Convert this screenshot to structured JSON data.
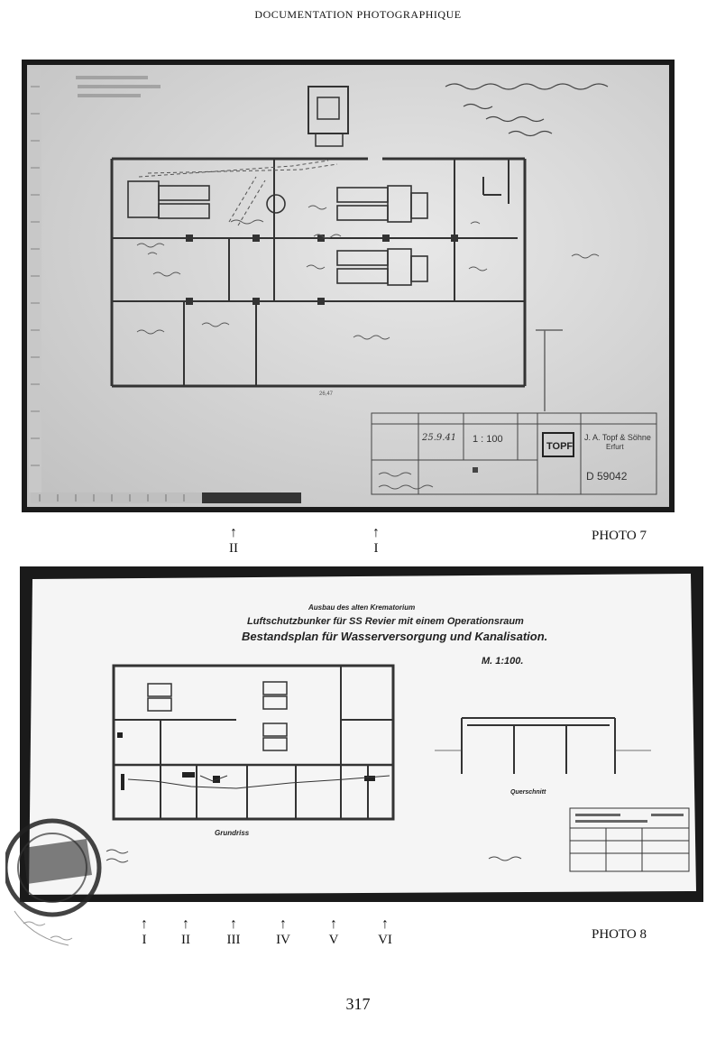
{
  "header": {
    "title": "DOCUMENTATION PHOTOGRAPHIQUE"
  },
  "photo7": {
    "caption": "PHOTO 7",
    "markers": [
      "II",
      "I"
    ],
    "title_block": {
      "date": "25.9.41",
      "scale": "1 : 100",
      "logo": "TOPF",
      "firm": "J. A. Topf & Söhne",
      "city": "Erfurt",
      "number": "D 59042"
    }
  },
  "photo8": {
    "caption": "PHOTO 8",
    "markers": [
      "I",
      "II",
      "III",
      "IV",
      "V",
      "VI"
    ],
    "heading_small": "Ausbau des alten Krematorium",
    "heading_line1": "Luftschutzbunker für SS Revier mit einem Operationsraum",
    "heading_line2": "Bestandsplan für Wasserversorgung und Kanalisation.",
    "scale": "M. 1:100.",
    "label_grundriss": "Grundriss",
    "label_querschnitt": "Querschnitt"
  },
  "page_number": "317"
}
